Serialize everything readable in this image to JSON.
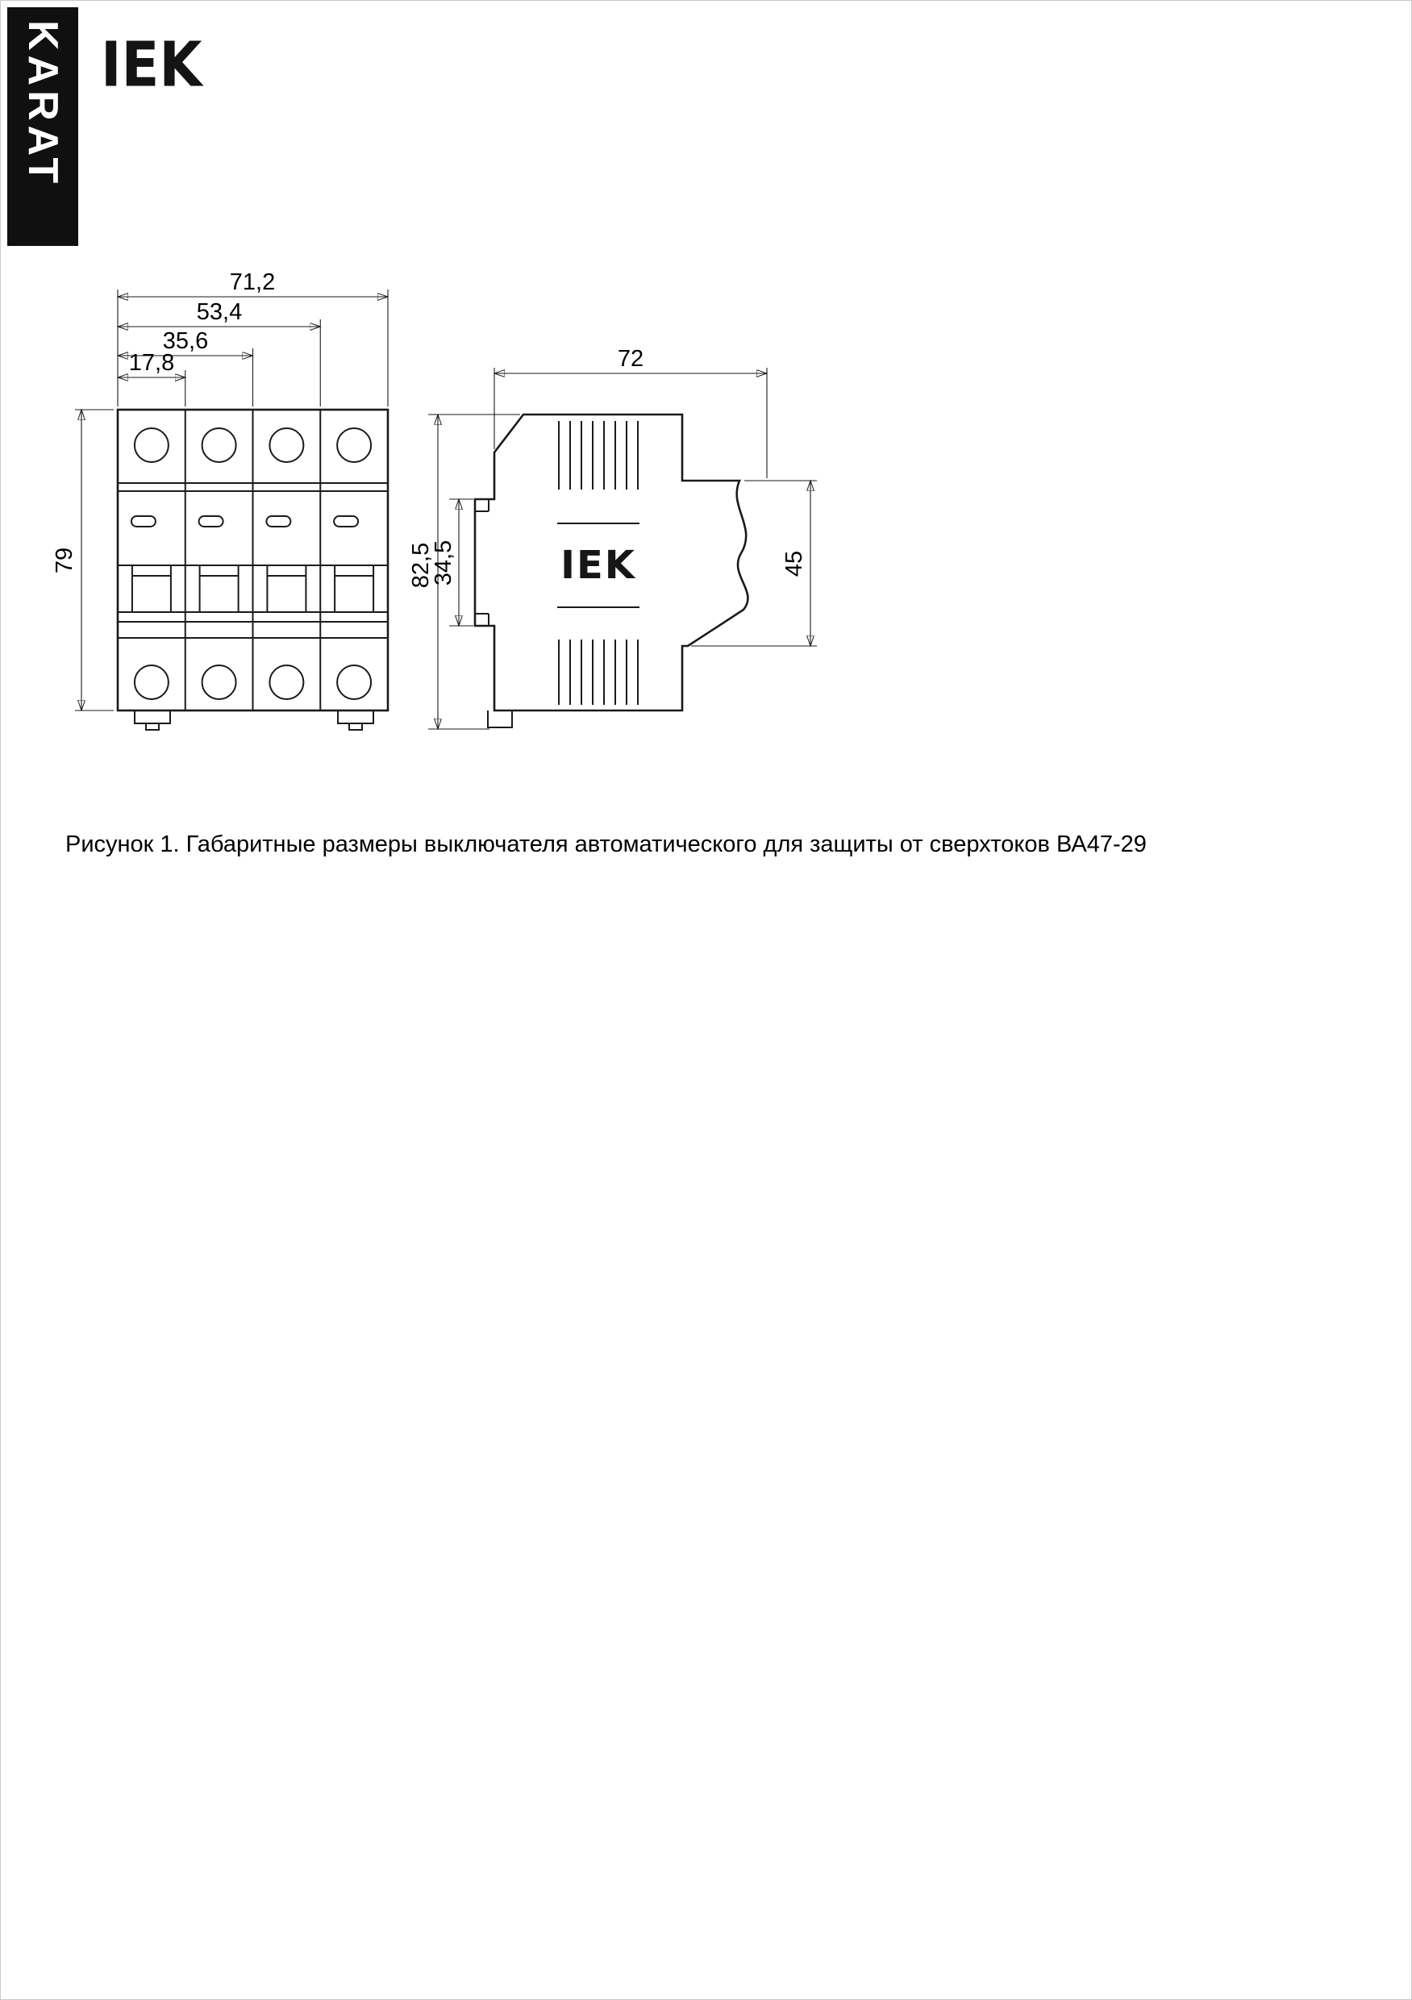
{
  "page": {
    "brand_vertical": "KARAT",
    "logo": "IEK",
    "caption": "Рисунок 1. Габаритные размеры выключателя автоматического для защиты от сверхтоков ВА47-29"
  },
  "front_view": {
    "dim_width_total": "71,2",
    "dim_width_three_modules": "53,4",
    "dim_width_two_modules": "35,6",
    "dim_width_one_module": "17,8",
    "dim_height": "79"
  },
  "side_view": {
    "logo": "IEK",
    "dim_depth": "72",
    "dim_height_total": "82,5",
    "dim_din_channel": "34,5",
    "dim_front_height": "45"
  }
}
